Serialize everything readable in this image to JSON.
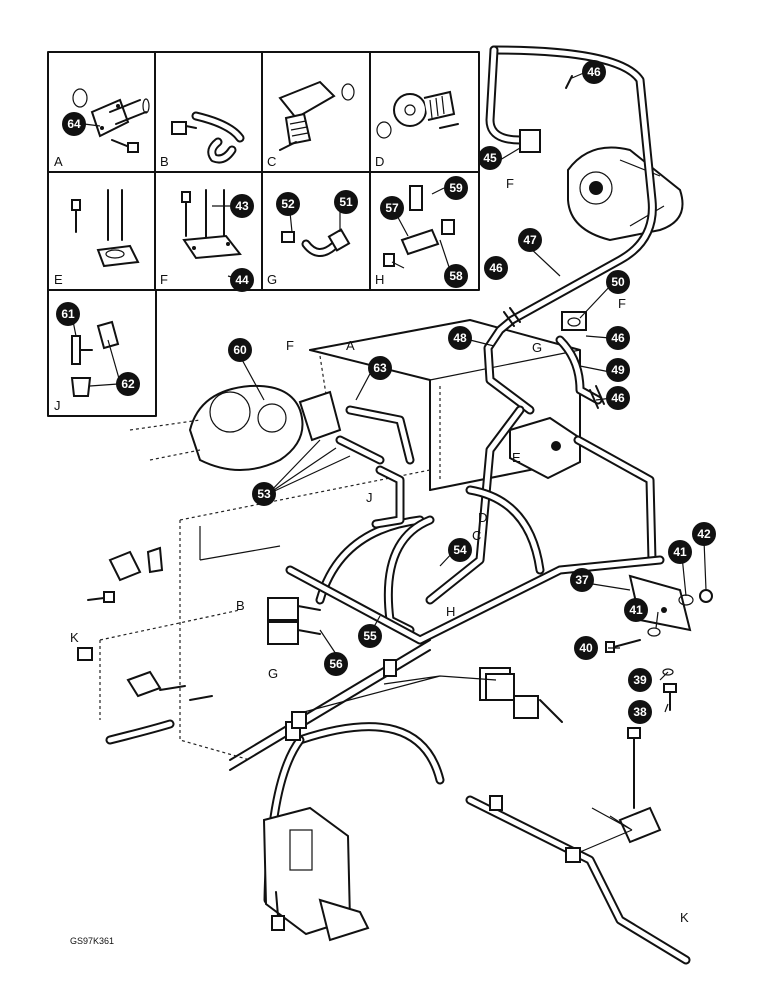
{
  "drawing_code": "GS97K361",
  "panels": [
    {
      "letter": "A"
    },
    {
      "letter": "B"
    },
    {
      "letter": "C"
    },
    {
      "letter": "D"
    },
    {
      "letter": "E"
    },
    {
      "letter": "F"
    },
    {
      "letter": "G"
    },
    {
      "letter": "H"
    },
    {
      "letter": "J"
    }
  ],
  "callouts": [
    {
      "num": "64"
    },
    {
      "num": "43"
    },
    {
      "num": "44"
    },
    {
      "num": "52"
    },
    {
      "num": "51"
    },
    {
      "num": "59"
    },
    {
      "num": "57"
    },
    {
      "num": "58"
    },
    {
      "num": "61"
    },
    {
      "num": "62"
    },
    {
      "num": "46"
    },
    {
      "num": "45"
    },
    {
      "num": "47"
    },
    {
      "num": "46"
    },
    {
      "num": "50"
    },
    {
      "num": "46"
    },
    {
      "num": "48"
    },
    {
      "num": "49"
    },
    {
      "num": "46"
    },
    {
      "num": "60"
    },
    {
      "num": "63"
    },
    {
      "num": "53"
    },
    {
      "num": "54"
    },
    {
      "num": "55"
    },
    {
      "num": "56"
    },
    {
      "num": "37"
    },
    {
      "num": "42"
    },
    {
      "num": "41"
    },
    {
      "num": "41"
    },
    {
      "num": "40"
    },
    {
      "num": "39"
    },
    {
      "num": "38"
    }
  ],
  "letter_labels": [
    {
      "text": "F"
    },
    {
      "text": "F"
    },
    {
      "text": "G"
    },
    {
      "text": "E"
    },
    {
      "text": "F"
    },
    {
      "text": "A"
    },
    {
      "text": "J"
    },
    {
      "text": "C"
    },
    {
      "text": "D"
    },
    {
      "text": "B"
    },
    {
      "text": "G"
    },
    {
      "text": "H"
    },
    {
      "text": "K"
    },
    {
      "text": "K"
    }
  ]
}
